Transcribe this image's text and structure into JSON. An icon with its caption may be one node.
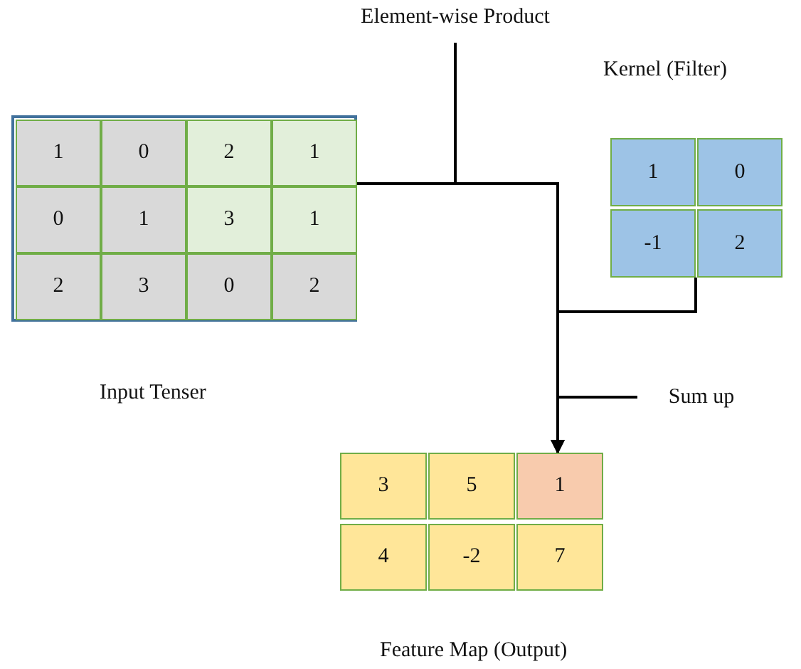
{
  "diagram": {
    "nodes": [
      {
        "text": [],
        "shape": "box",
        "beside": [
          "Input Tenser"
        ]
      },
      {
        "text": [
          "1"
        ],
        "in": 0
      },
      {
        "text": [
          "0"
        ],
        "in": 0
      },
      {
        "text": [
          "2"
        ],
        "in": 0
      },
      {
        "text": [
          "1"
        ],
        "in": 0
      },
      {
        "text": [
          "0"
        ],
        "in": 0
      },
      {
        "text": [
          "1"
        ],
        "in": 0
      },
      {
        "text": [
          "3"
        ],
        "in": 0
      },
      {
        "text": [
          "1"
        ],
        "in": 0
      },
      {
        "text": [
          "2"
        ],
        "in": 0
      },
      {
        "text": [
          "3"
        ],
        "in": 0
      },
      {
        "text": [
          "0"
        ],
        "in": 0
      },
      {
        "text": [
          "2"
        ],
        "in": 0
      },
      {
        "text": [
          "1"
        ]
      },
      {
        "text": [
          "0"
        ]
      },
      {
        "text": [
          "-1"
        ]
      },
      {
        "text": [
          "2"
        ]
      },
      {
        "text": [
          "3"
        ]
      },
      {
        "text": [
          "5"
        ]
      },
      {
        "text": [
          "1"
        ]
      },
      {
        "text": [
          "4"
        ]
      },
      {
        "text": [
          "-2"
        ]
      },
      {
        "text": [
          "7"
        ]
      },
      {
        "text": [
          "Element-wise Product"
        ]
      },
      {
        "text": [
          "Sum up"
        ]
      }
    ],
    "edges": [
      {
        "from": 0,
        "to": 19,
        "arrow": "to"
      },
      {
        "from": 15,
        "to": 19,
        "arrow": "to"
      },
      {
        "from": 23,
        "to": null,
        "arrow": "none"
      },
      {
        "from": 24,
        "to": null,
        "arrow": "none"
      }
    ],
    "labels": [
      "Kernel (Filter)",
      "Feature Map (Output)"
    ]
  }
}
